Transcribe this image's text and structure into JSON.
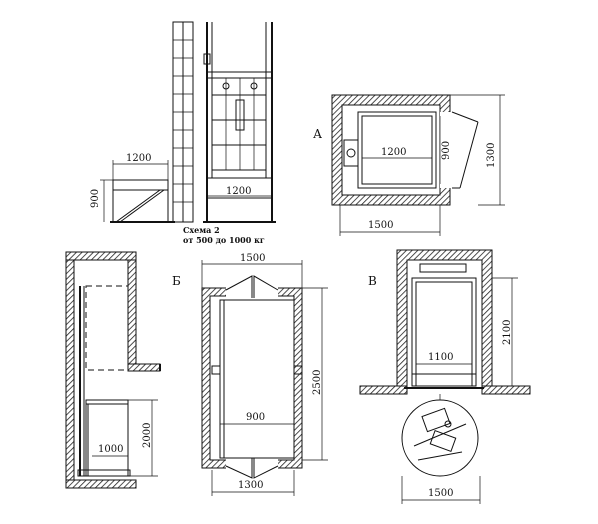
{
  "labels": {
    "A": "А",
    "B": "Б",
    "V": "В"
  },
  "caption": {
    "line1": "Схема 2",
    "line2": "от 500 до 1000 кг"
  },
  "dimensions": {
    "top_left_width": "1200",
    "top_left_height": "900",
    "top_mid_width": "1200",
    "plan_a_inner_width": "1200",
    "plan_a_inner_depth": "900",
    "plan_a_outer_depth": "1300",
    "plan_a_outer_width": "1500",
    "section_door_width": "1000",
    "section_door_height": "2000",
    "plan_b_top_width": "1500",
    "plan_b_height": "2500",
    "plan_b_inner_width": "900",
    "plan_b_bottom_width": "1300",
    "elev_v_height": "2100",
    "elev_v_width": "1100",
    "elev_v_bottom_width": "1500"
  }
}
